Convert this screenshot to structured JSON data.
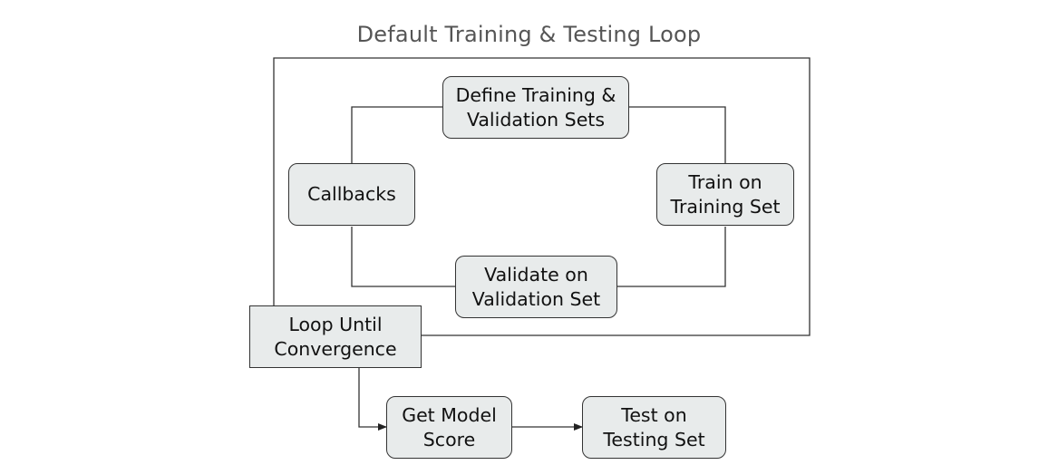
{
  "diagram": {
    "title": "Default Training & Testing Loop",
    "nodes": {
      "define": "Define Training &\nValidation Sets",
      "callbacks": "Callbacks",
      "train": "Train on\nTraining Set",
      "validate": "Validate on\nValidation Set",
      "loop": "Loop Until\nConvergence",
      "score": "Get Model\nScore",
      "test": "Test on\nTesting Set"
    },
    "edges": [
      {
        "from": "define",
        "to": "train"
      },
      {
        "from": "train",
        "to": "validate"
      },
      {
        "from": "validate",
        "to": "callbacks"
      },
      {
        "from": "callbacks",
        "to": "define"
      },
      {
        "from": "loop",
        "to": "score"
      },
      {
        "from": "score",
        "to": "test"
      }
    ],
    "colors": {
      "node_fill": "#e8ebeb",
      "stroke": "#333333",
      "title_text": "#555555"
    }
  }
}
